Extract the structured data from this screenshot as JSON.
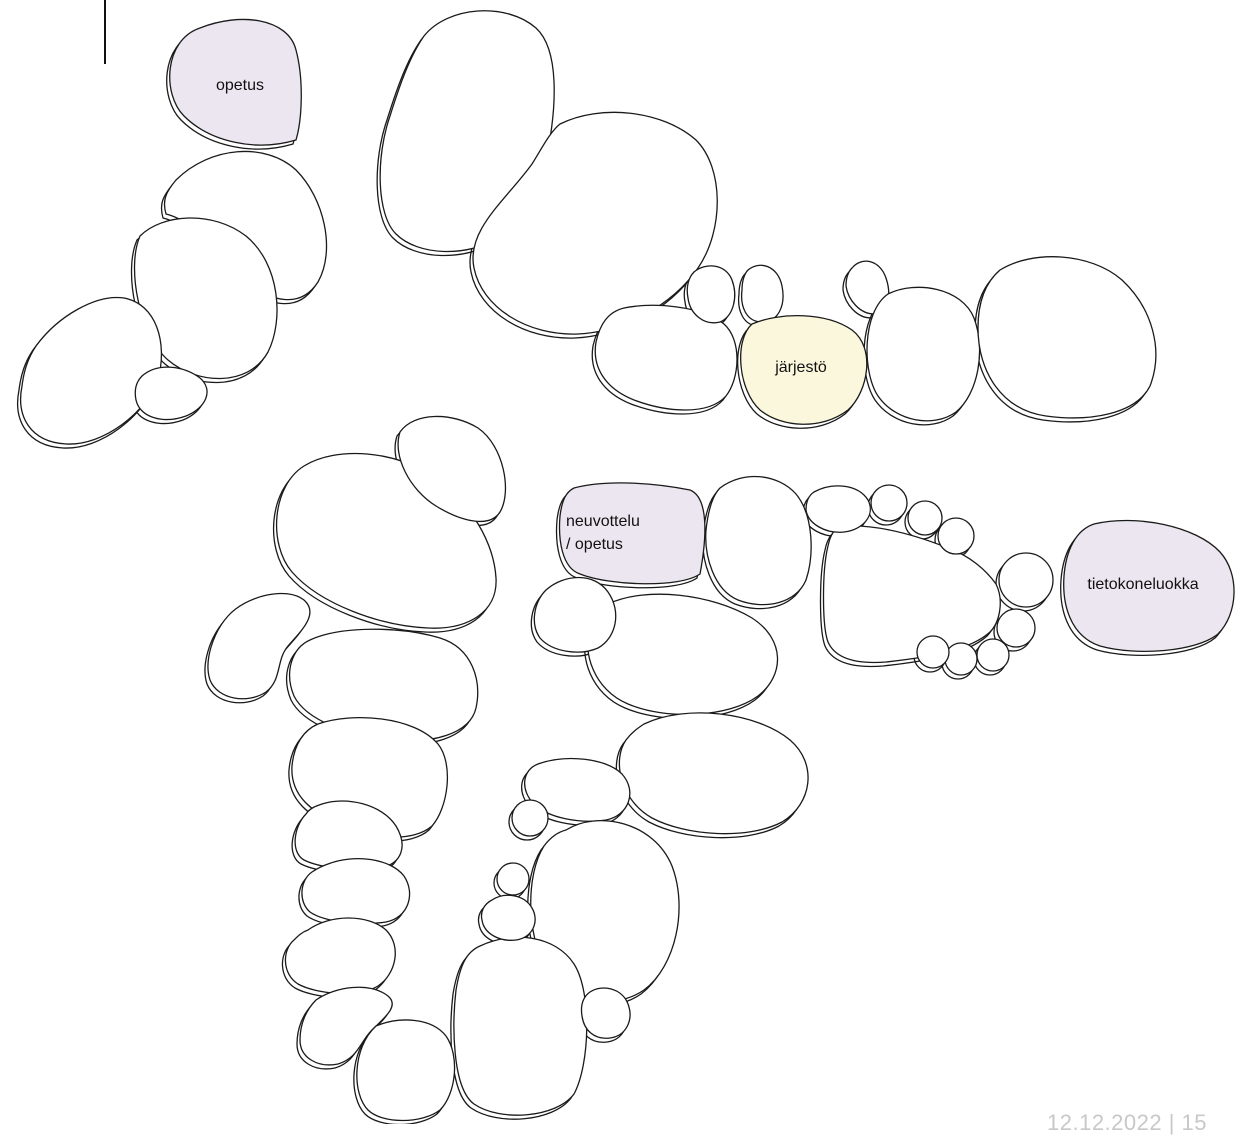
{
  "colors": {
    "stroke": "#1a1a1a",
    "empty_fill": "#ffffff",
    "lavender_fill": "#ebe6f0",
    "yellow_fill": "#fbf7dc",
    "footer_text": "#c8c8c8"
  },
  "labels": {
    "opetus": "opetus",
    "jarjesto": "järjestö",
    "neuvottelu_line1": "neuvottelu",
    "neuvottelu_line2": "/ opetus",
    "tietokoneluokka": "tietokoneluokka"
  },
  "footer": {
    "text": "12.12.2022  |  15"
  }
}
